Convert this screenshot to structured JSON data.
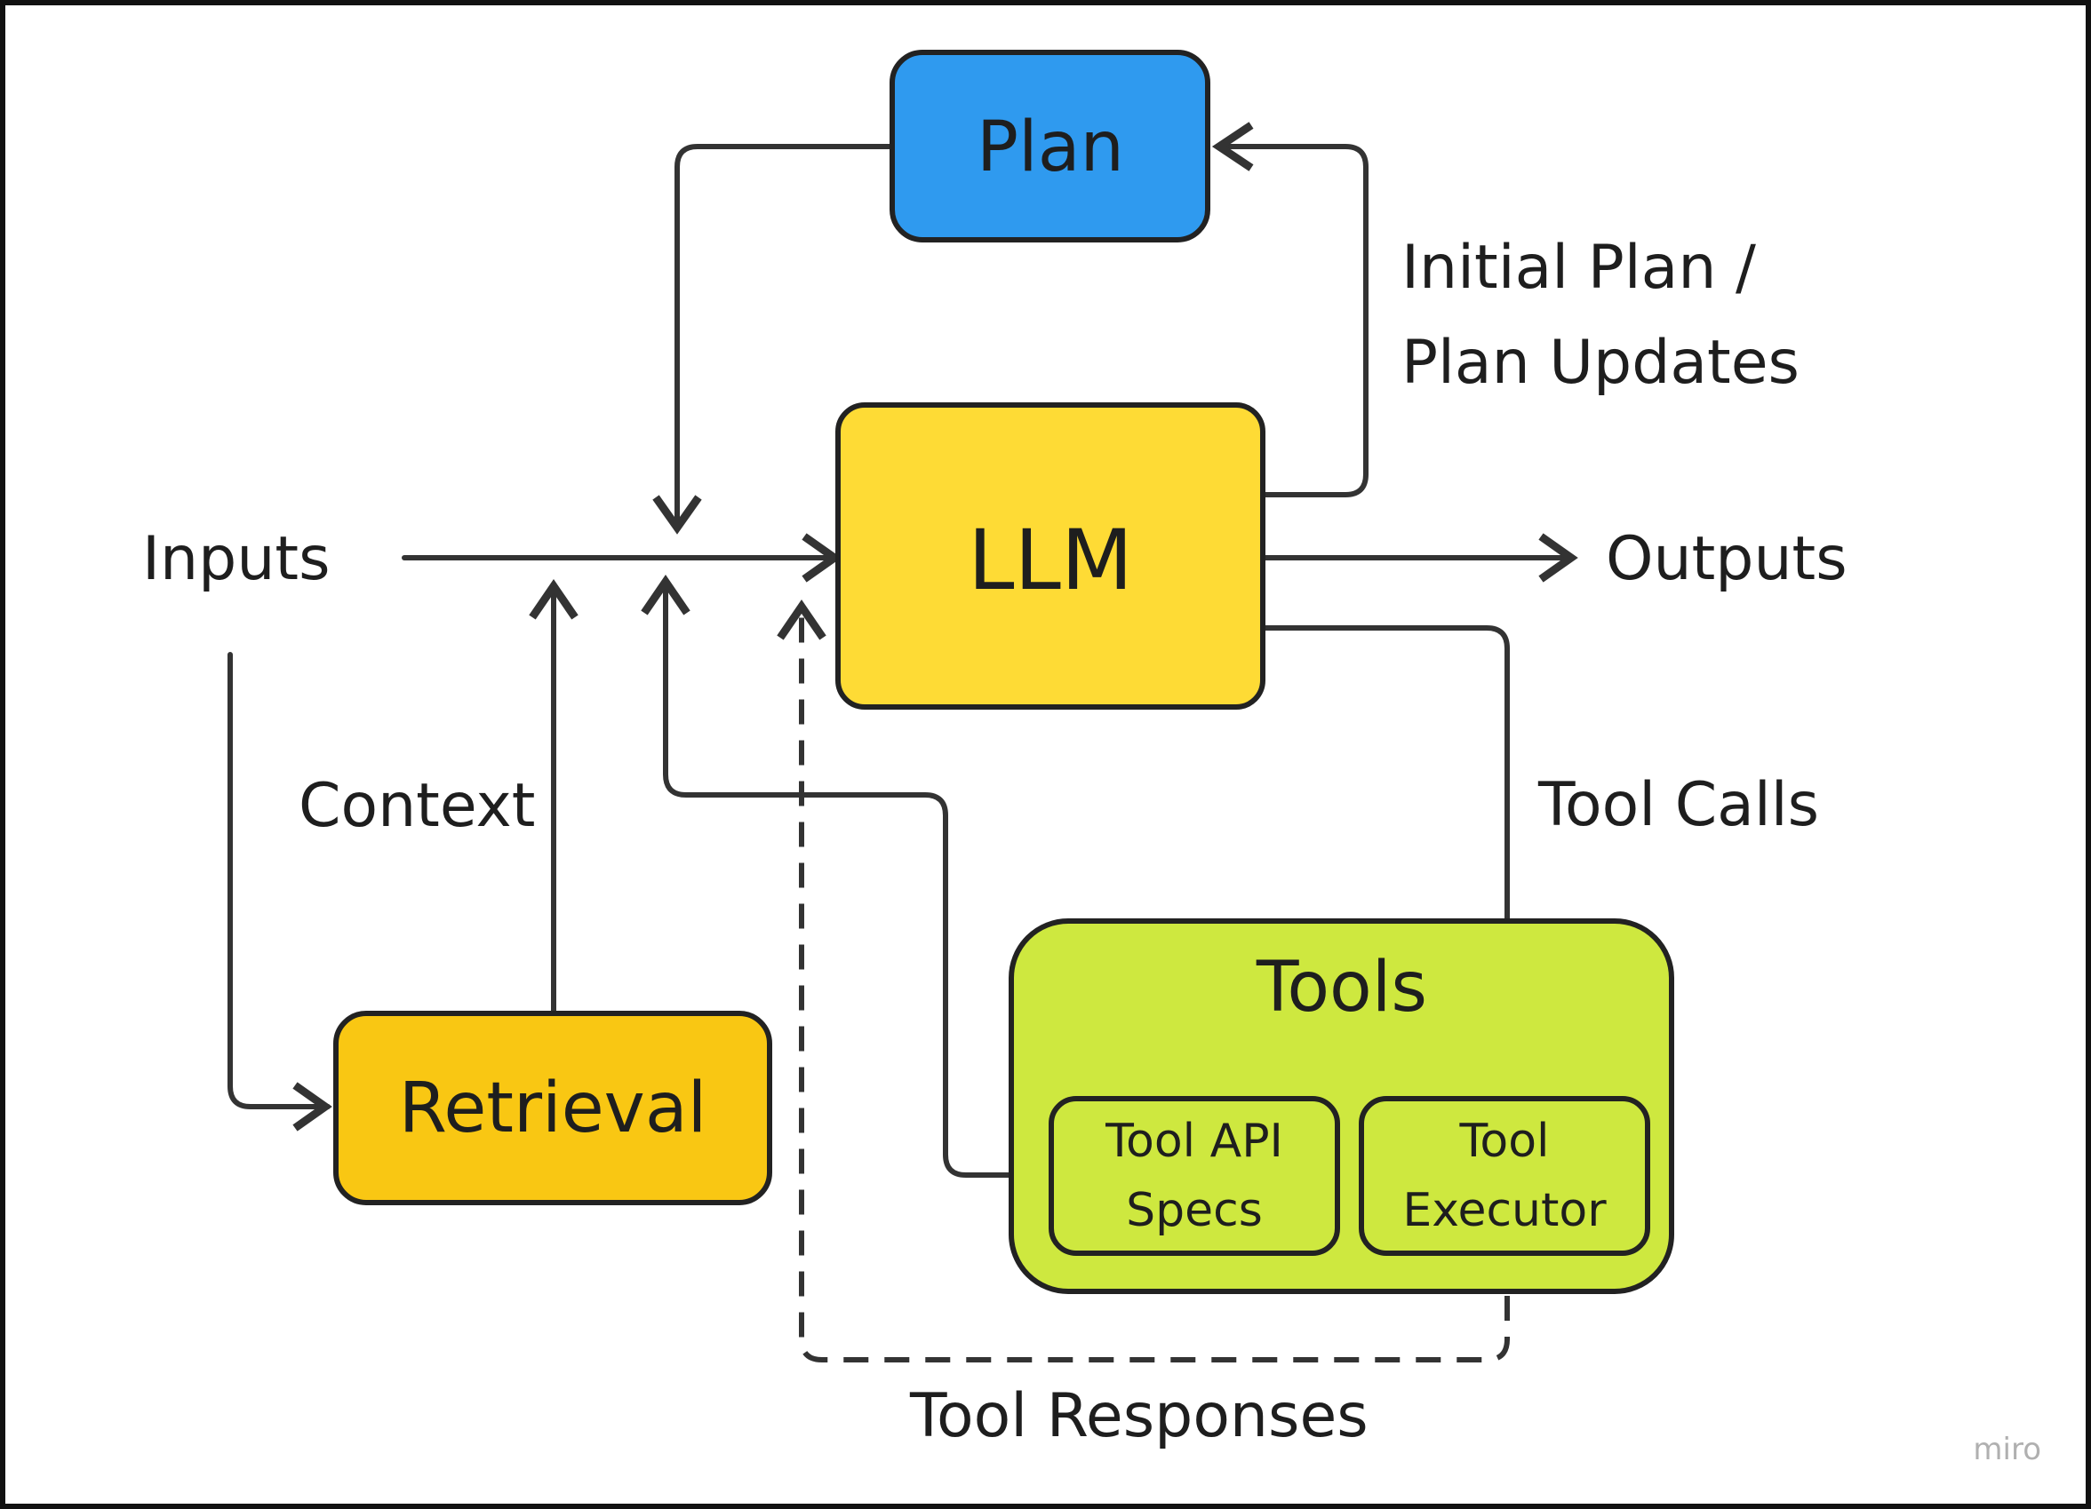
{
  "colors": {
    "plan": "#2f9aef",
    "llm": "#fedb35",
    "retrieval": "#f9c713",
    "tools": "#cee83f",
    "stroke": "#222222"
  },
  "nodes": {
    "plan": "Plan",
    "llm": "LLM",
    "retrieval": "Retrieval",
    "tools": "Tools",
    "tool_api_specs": [
      "Tool API",
      "Specs"
    ],
    "tool_executor": [
      "Tool",
      "Executor"
    ]
  },
  "labels": {
    "inputs": "Inputs",
    "outputs": "Outputs",
    "context": "Context",
    "plan_updates": [
      "Initial Plan /",
      "Plan Updates"
    ],
    "tool_calls": "Tool Calls",
    "tool_responses": "Tool Responses"
  },
  "watermark": "miro"
}
